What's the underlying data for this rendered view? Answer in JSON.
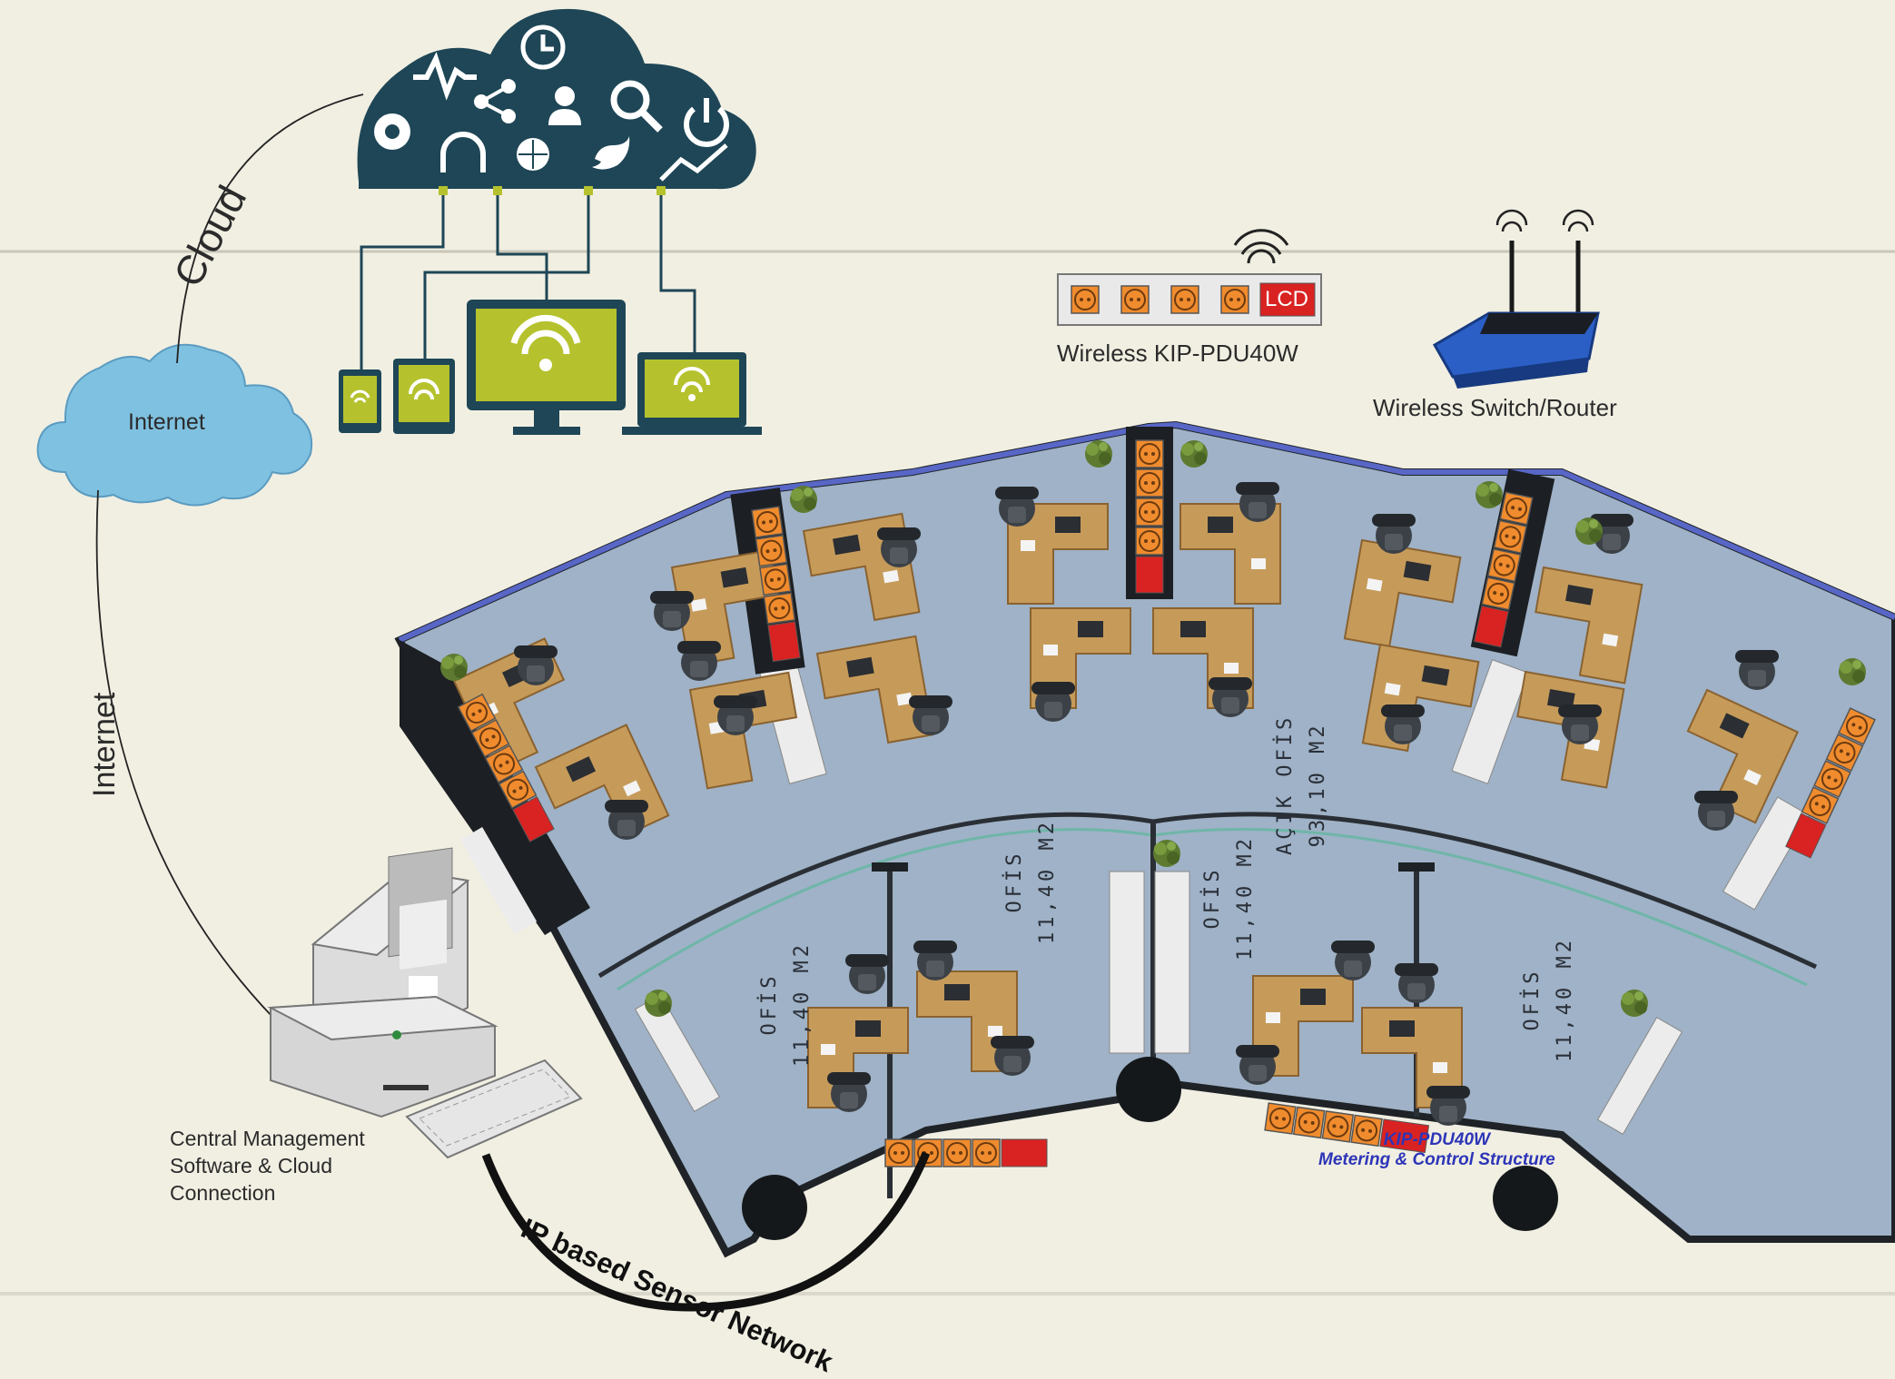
{
  "labels": {
    "cloud": "Cloud",
    "internet_cloud": "Internet",
    "internet_link": "Internet",
    "pdu_top": "Wireless KIP-PDU40W",
    "router": "Wireless Switch/Router",
    "pdu_lcd": "LCD",
    "central_line1": "Central Management",
    "central_line2": "Software & Cloud",
    "central_line3": "Connection",
    "sensor_network": "IP based Sensor Network",
    "open_office_name": "AÇIK OFİS",
    "open_office_area": "93,10 M2",
    "office_name": "OFİS",
    "office_area": "11,40 M2",
    "structure_line1": "KIP-PDU40W",
    "structure_line2": "Metering & Control Structure"
  },
  "icons": [
    "gear-icon",
    "pulse-icon",
    "share-icon",
    "clock-icon",
    "user-icon",
    "search-icon",
    "power-icon",
    "headphones-icon",
    "globe-icon",
    "twitter-icon",
    "trend-icon"
  ],
  "colors": {
    "background": "#f1efe2",
    "cloud": "#1e4656",
    "device": "#b5c22d",
    "floor": "#9eb2c8",
    "desk": "#c69b5a",
    "pdu_socket": "#f08c2e",
    "pdu_lcd": "#d92222",
    "label_blue": "#2d35b8"
  }
}
